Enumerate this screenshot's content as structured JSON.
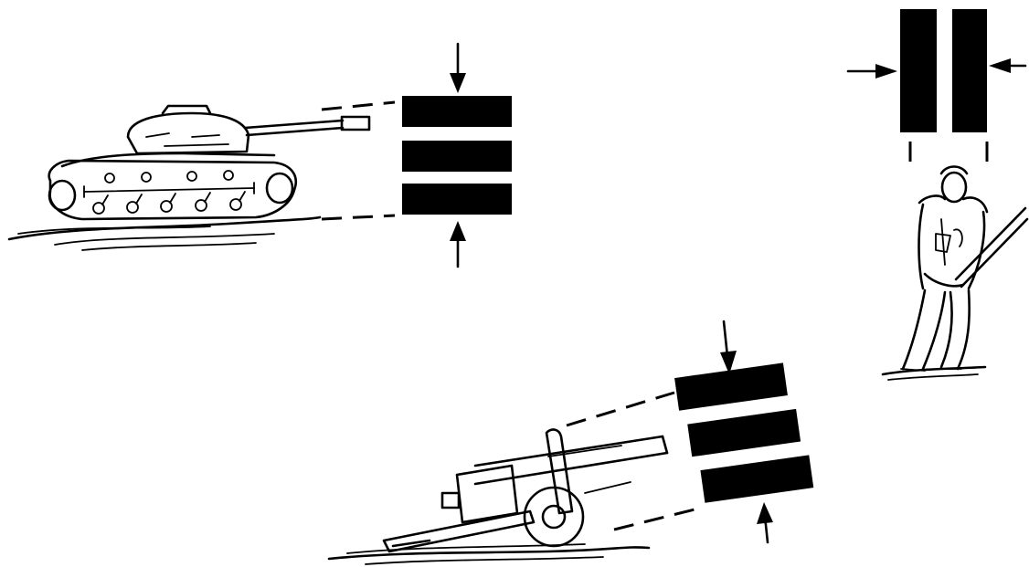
{
  "colors": {
    "ink": "#000000",
    "background": "#ffffff"
  },
  "figures": [
    {
      "id": "tank",
      "icon": "tank-icon",
      "bars": 3,
      "bar_orientation": "horizontal"
    },
    {
      "id": "artillery",
      "icon": "field-gun-icon",
      "bars": 3,
      "bar_orientation": "horizontal-tilted"
    },
    {
      "id": "soldier",
      "icon": "soldier-icon",
      "bars": 2,
      "bar_orientation": "vertical"
    }
  ]
}
